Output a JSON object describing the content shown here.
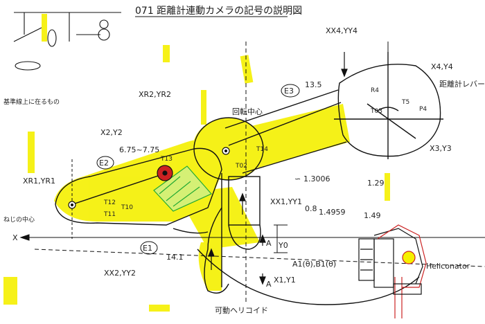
{
  "title": "071 距離計連動カメラの記号の説明図",
  "labels": {
    "xx4_yy4": "XX4,YY4",
    "x4_y4": "X4,Y4",
    "xr2_yr2": "XR2,YR2",
    "x2_y2": "X2,Y2",
    "xr1_yr1": "XR1,YR1",
    "xx1_yy1": "XX1,YY1",
    "xx2_yy2": "XX2,YY2",
    "x1_y1": "X1,Y1",
    "x3_y3": "X3,Y3",
    "a_b": "A1(θ),B1(θ)",
    "y0": "Y0",
    "a_top": "A",
    "a_bottom": "A",
    "x_axis": "X",
    "e1": "E1",
    "e2": "E2",
    "e3": "E3",
    "e1_val": "14.1",
    "e2_val": "6.75~7.75",
    "e3_val": "13.5",
    "val_1": "1.3006",
    "val_1b": "1.29",
    "val_2": "0.8",
    "val_2b": "1.4959",
    "val_2c": "1.49",
    "r4": "R4",
    "t03": "T03",
    "t5": "T5",
    "t14": "T14",
    "t02": "T02",
    "t13": "T13",
    "t12": "T12",
    "t10": "T10",
    "t11": "T11",
    "p4": "P4",
    "ranging_lever": "距離計レバー",
    "rotation_center": "回転中心",
    "helicoid": "可動ヘリコイド",
    "heliconator": "Heliconator",
    "base_note": "基準線上に在るもの",
    "left_note": "ねじの中心",
    "tilde": "∽"
  },
  "colors": {
    "highlight": "#f5f000",
    "red": "#cc2222",
    "green": "#22aa33",
    "ink": "#111111"
  }
}
